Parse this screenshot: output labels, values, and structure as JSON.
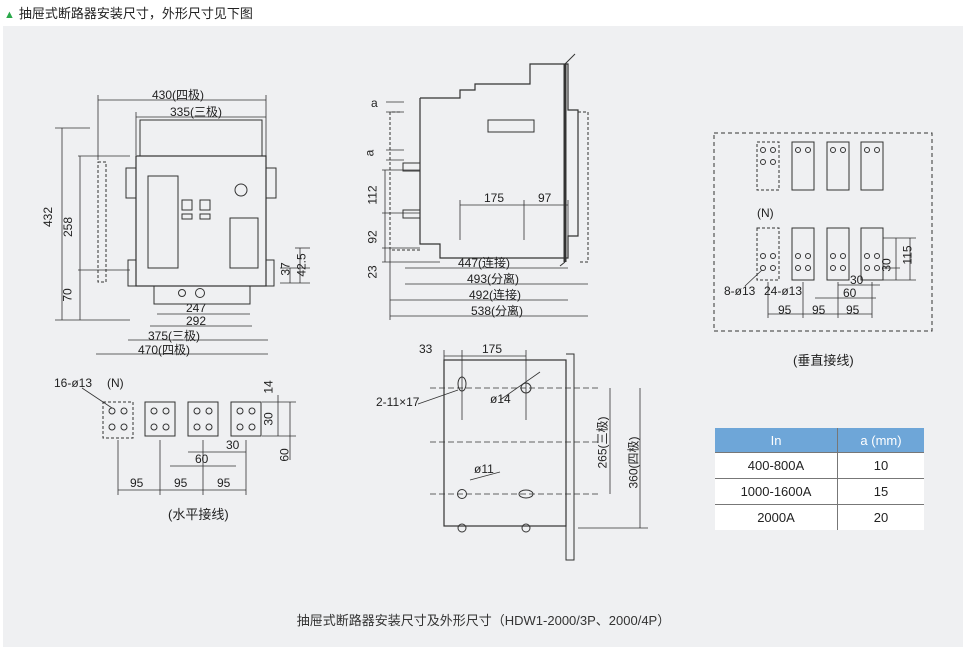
{
  "heading": "抽屉式断路器安装尺寸，外形尺寸见下图",
  "caption": "抽屉式断路器安装尺寸及外形尺寸（HDW1-2000/3P、2000/4P）",
  "front_view": {
    "dims": [
      "430(四极)",
      "335(三极)",
      "432",
      "258",
      "70",
      "37",
      "42.5",
      "247",
      "292",
      "375(三极)",
      "470(四极)"
    ]
  },
  "side_view": {
    "dims": [
      "a",
      "a",
      "112",
      "92",
      "23",
      "175",
      "97",
      "447(连接)",
      "493(分离)",
      "492(连接)",
      "538(分离)"
    ]
  },
  "base_view": {
    "dims": [
      "33",
      "175",
      "2-11×17",
      "ø14",
      "ø11",
      "265(三极)",
      "360(四极)"
    ]
  },
  "horizontal": {
    "title": "(水平接线)",
    "dims": [
      "16-ø13",
      "(N)",
      "14",
      "30",
      "30",
      "60",
      "60",
      "95",
      "95",
      "95"
    ]
  },
  "vertical": {
    "title": "(垂直接线)",
    "dims": [
      "(N)",
      "8-ø13",
      "24-ø13",
      "30",
      "115",
      "30",
      "60",
      "95",
      "95",
      "95"
    ]
  },
  "table": {
    "headers": [
      "In",
      "a (mm)"
    ],
    "rows": [
      [
        "400-800A",
        "10"
      ],
      [
        "1000-1600A",
        "15"
      ],
      [
        "2000A",
        "20"
      ]
    ]
  }
}
